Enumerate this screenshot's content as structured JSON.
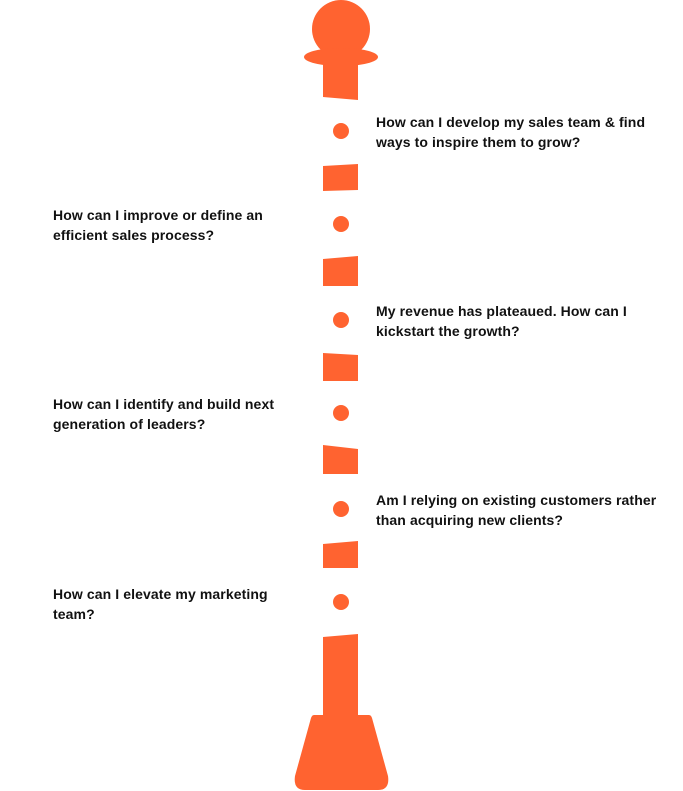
{
  "colors": {
    "accent": "#FF6330",
    "text": "#111111"
  },
  "questions": [
    {
      "id": 1,
      "side": "right",
      "text": "How can I develop my sales team & find ways to inspire them to grow?"
    },
    {
      "id": 2,
      "side": "left",
      "text": "How can I improve or define an efficient sales process?"
    },
    {
      "id": 3,
      "side": "right",
      "text": "My revenue has plateaued. How can I kickstart the growth?"
    },
    {
      "id": 4,
      "side": "left",
      "text": "How can I identify and build next generation of leaders?"
    },
    {
      "id": 5,
      "side": "right",
      "text": "Am I relying on existing customers rather than acquiring new clients?"
    },
    {
      "id": 6,
      "side": "left",
      "text": "How can I elevate my marketing team?"
    }
  ]
}
